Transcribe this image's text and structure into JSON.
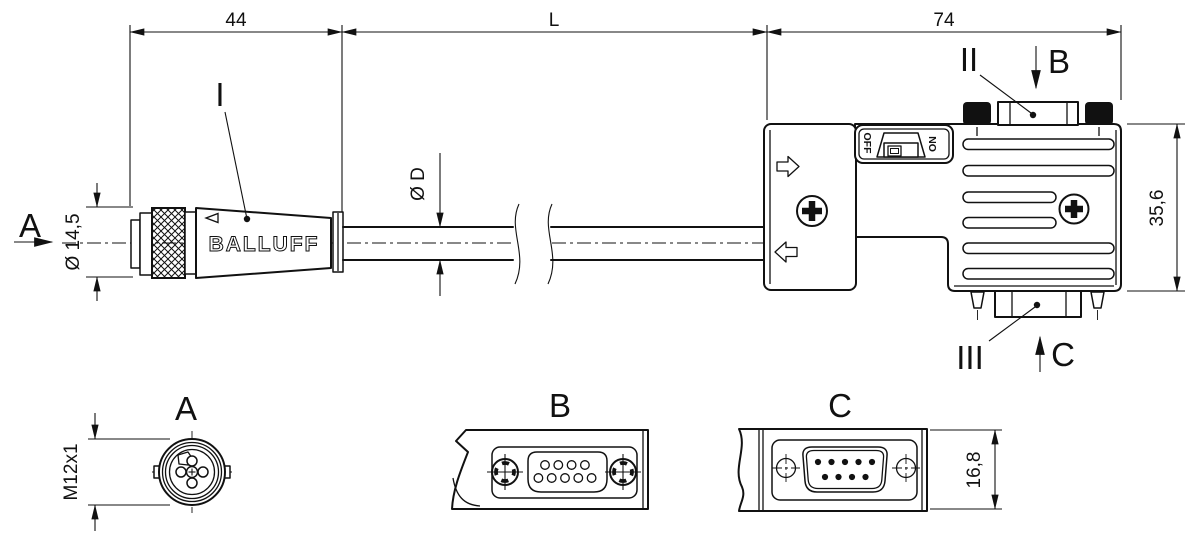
{
  "drawing_type": "cable-assembly-technical-drawing",
  "brand": {
    "logo_text": "BALLUFF"
  },
  "dims": {
    "connector_length": "44",
    "cable_length": "L",
    "housing_length": "74",
    "connector_diameter": "Ø 14,5",
    "cable_diameter": "Ø D",
    "housing_height": "35,6",
    "thread_size": "M12x1",
    "dsub_height": "16,8"
  },
  "callouts": {
    "one": "I",
    "two": "II",
    "three": "III"
  },
  "view_arrows": {
    "a": "A",
    "b": "B",
    "c": "C"
  },
  "views": {
    "a_heading": "A",
    "b_heading": "B",
    "c_heading": "C"
  },
  "switch": {
    "off_label": "OFF",
    "on_label": "ON"
  },
  "colors": {
    "line": "#111111",
    "background": "#ffffff"
  }
}
